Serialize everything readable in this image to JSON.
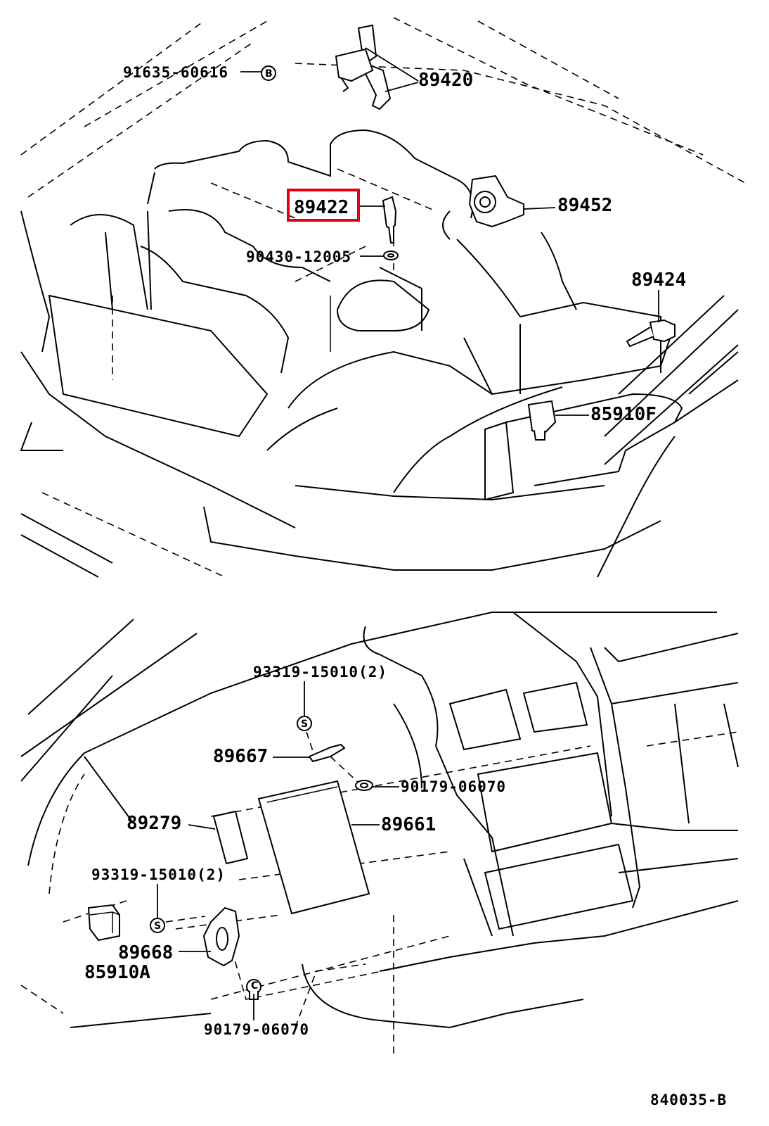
{
  "highlight_color": "#e3000f",
  "labels": {
    "p91635": "91635-60616",
    "p89420": "89420",
    "p89422": "89422",
    "p89452": "89452",
    "p90430": "90430-12005",
    "p89424": "89424",
    "p85910f": "85910F",
    "p93319_top": "93319-15010(2)",
    "p89667": "89667",
    "p90179_top": "90179-06070",
    "p89279": "89279",
    "p89661": "89661",
    "p93319_bottom": "93319-15010(2)",
    "p89668": "89668",
    "p85910a": "85910A",
    "p90179_bottom": "90179-06070",
    "diagram_code": "840035-B"
  },
  "symbols": {
    "b_mark": "B",
    "s_mark": "S",
    "c_mark": "C"
  },
  "highlighted_part": "89422"
}
